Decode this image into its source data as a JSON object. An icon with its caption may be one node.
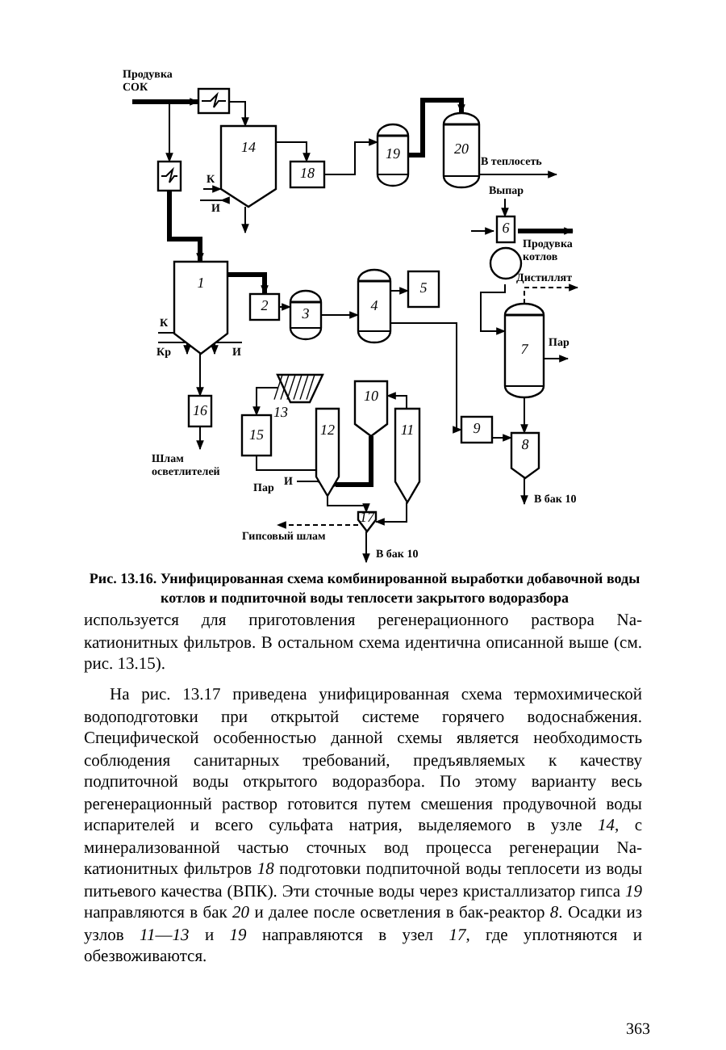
{
  "diagram": {
    "caption": "Рис. 13.16. Унифицированная схема комбинированной выработки добавочной воды котлов и подпиточной воды теплосети закрытого водоразбора",
    "nodes": [
      {
        "text": [],
        "shape": "box"
      },
      {
        "text": [
          "14"
        ]
      },
      {
        "text": [
          "18"
        ]
      },
      {
        "text": [
          "19"
        ]
      },
      {
        "text": [
          "20"
        ]
      },
      {
        "text": [],
        "shape": "box"
      },
      {
        "text": [
          "1"
        ]
      },
      {
        "text": [
          "2"
        ]
      },
      {
        "text": [
          "3"
        ]
      },
      {
        "text": [
          "4"
        ]
      },
      {
        "text": [
          "5"
        ]
      },
      {
        "text": [
          "6"
        ]
      },
      {
        "text": [
          "7"
        ]
      },
      {
        "text": [
          "16"
        ]
      },
      {
        "text": [
          "13"
        ]
      },
      {
        "text": [
          "15"
        ]
      },
      {
        "text": [
          "12"
        ]
      },
      {
        "text": [
          "10"
        ]
      },
      {
        "text": [
          "11"
        ]
      },
      {
        "text": [
          "9"
        ]
      },
      {
        "text": [
          "8"
        ]
      },
      {
        "text": [
          "17"
        ]
      }
    ],
    "edges": [
      {
        "from": null,
        "to": 0,
        "arrow": "to",
        "label": "Продувка СОК",
        "style": "thick"
      },
      {
        "from": 0,
        "to": 1,
        "arrow": "to"
      },
      {
        "from": null,
        "to": 5,
        "arrow": "to"
      },
      {
        "from": 5,
        "to": 6,
        "arrow": "to",
        "style": "thick"
      },
      {
        "from": null,
        "to": 1,
        "arrow": "to",
        "label": "К"
      },
      {
        "from": null,
        "to": 1,
        "arrow": "to",
        "label": "И"
      },
      {
        "from": 1,
        "to": 2,
        "arrow": "to"
      },
      {
        "from": 1,
        "to": null,
        "arrow": "to"
      },
      {
        "from": 2,
        "to": 3,
        "arrow": "to"
      },
      {
        "from": 3,
        "to": 4,
        "arrow": "to",
        "style": "thick"
      },
      {
        "from": 4,
        "to": null,
        "arrow": "to",
        "label": "В теплосеть"
      },
      {
        "from": null,
        "to": 11,
        "arrow": "to",
        "label": "Выпар"
      },
      {
        "from": 11,
        "to": null,
        "arrow": "to",
        "label": "Продувка котлов",
        "style": "thick"
      },
      {
        "from": null,
        "to": 11,
        "arrow": "to"
      },
      {
        "from": 11,
        "to": 12,
        "arrow": "to"
      },
      {
        "from": 12,
        "to": null,
        "arrow": "to",
        "label": "Дистиллят",
        "style": "dashed"
      },
      {
        "from": 12,
        "to": null,
        "arrow": "to",
        "label": "Пар"
      },
      {
        "from": 12,
        "to": 20,
        "arrow": "to"
      },
      {
        "from": 20,
        "to": null,
        "arrow": "to",
        "label": "В бак 10"
      },
      {
        "from": 19,
        "to": 20,
        "arrow": "to"
      },
      {
        "from": 9,
        "to": 19,
        "arrow": "to"
      },
      {
        "from": 6,
        "to": 13,
        "arrow": "to"
      },
      {
        "from": 13,
        "to": null,
        "arrow": "to",
        "label": "Шлам осветлителей"
      },
      {
        "from": null,
        "to": 6,
        "arrow": "to",
        "label": "К"
      },
      {
        "from": null,
        "to": 6,
        "arrow": "to",
        "label": "Кр"
      },
      {
        "from": null,
        "to": 6,
        "arrow": "to",
        "label": "И"
      },
      {
        "from": 6,
        "to": 7,
        "arrow": "to",
        "style": "thick"
      },
      {
        "from": 7,
        "to": 8,
        "arrow": "to"
      },
      {
        "from": 8,
        "to": 9,
        "arrow": "to"
      },
      {
        "from": 9,
        "to": 10,
        "arrow": "to"
      },
      {
        "from": 14,
        "to": 15,
        "arrow": "to"
      },
      {
        "from": 15,
        "to": 16,
        "arrow": "to"
      },
      {
        "from": null,
        "to": 16,
        "arrow": "to",
        "label": "И"
      },
      {
        "from": 16,
        "to": 21,
        "arrow": "to"
      },
      {
        "from": 17,
        "to": 16,
        "arrow": "to",
        "style": "thick"
      },
      {
        "from": 18,
        "to": 17,
        "arrow": "to"
      },
      {
        "from": 21,
        "to": null,
        "arrow": "to",
        "label": "Гипсовый шлам",
        "style": "dashed"
      },
      {
        "from": 21,
        "to": null,
        "arrow": "to",
        "label": "В бак 10"
      },
      {
        "from": 18,
        "to": 21,
        "arrow": "to"
      }
    ],
    "labels": [
      "Пар",
      "используется для приготовления регенерационного раствора Na-катионитных фильтров. В остальном схема идентична описанной выше (см. рис. 13.15).",
      "На рис. 13.17 приведена унифицированная схема термохимической водоподготовки при открытой системе горячего водоснабжения. Специфической особенностью данной схемы является необходимость соблюдения санитарных требований, предъявляемых к качеству подпиточной воды открытого водоразбора. По этому варианту весь регенерационный раствор готовится путем смешения продувочной воды испарителей и всего сульфата натрия, выделяемого в узле *14*, с минерализованной частью сточных вод процесса регенерации Na-катионитных фильтров *18* подготовки подпиточной воды теплосети из воды питьевого качества (ВПК). Эти сточные воды через кристаллизатор гипса *19* направляются в бак *20* и далее после осветления в бак-реактор *8*. Осадки из узлов *11*—*13* и *19* направляются в узел *17*, где уплотняются и обезвоживаются.",
      "363"
    ]
  }
}
